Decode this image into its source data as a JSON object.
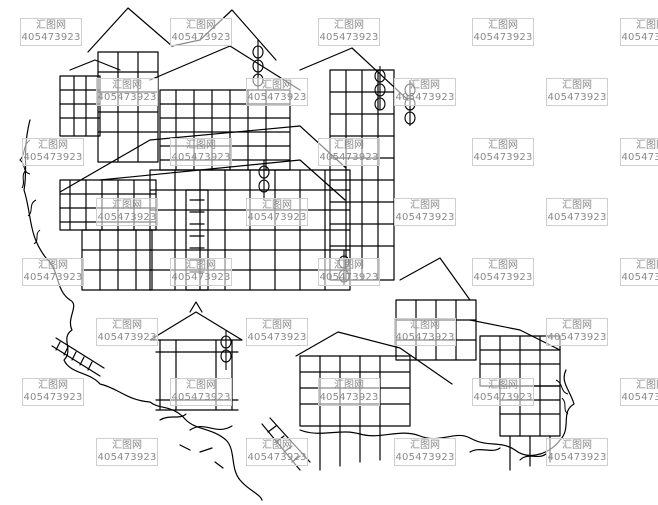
{
  "image": {
    "subject": "Line-art ink drawing of a hillside cluster of traditional Chinese stilted wooden buildings with hanging lanterns",
    "line_color": "#000000",
    "background_color": "#ffffff"
  },
  "watermark": {
    "site": "汇图网",
    "id": "405473923",
    "color": "#8a8a8a",
    "border_color": "#cfcfcf"
  }
}
